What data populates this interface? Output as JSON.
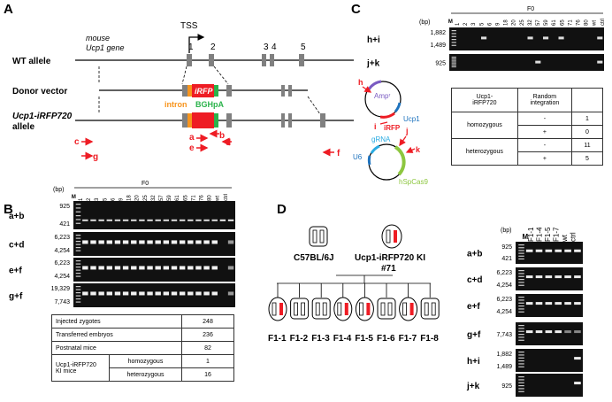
{
  "panels": {
    "a": "A",
    "b": "B",
    "c": "C",
    "d": "D"
  },
  "a": {
    "gene_label": "mouse\nUcp1 gene",
    "tss": "TSS",
    "exons": [
      "1",
      "2",
      "3",
      "4",
      "5"
    ],
    "rows": [
      "WT allele",
      "Donor vector",
      "Ucp1-iRFP720\nallele"
    ],
    "irfp": "iRFP",
    "intron": "intron",
    "bghpa": "BGHpA",
    "primers": [
      "a",
      "b",
      "c",
      "d",
      "e",
      "f",
      "g"
    ]
  },
  "b": {
    "bp": "(bp)",
    "f0": "F0",
    "lane_m": "M",
    "lanes": [
      "1",
      "2",
      "3",
      "5",
      "6",
      "9",
      "18",
      "20",
      "25",
      "32",
      "57",
      "59",
      "61",
      "65",
      "71",
      "76",
      "80",
      "wt",
      "ctrl"
    ],
    "gels": [
      {
        "pcr": "a+b",
        "sizes": [
          "925",
          "421"
        ]
      },
      {
        "pcr": "c+d",
        "sizes": [
          "6,223",
          "4,254"
        ]
      },
      {
        "pcr": "e+f",
        "sizes": [
          "6,223",
          "4,254"
        ]
      },
      {
        "pcr": "g+f",
        "sizes": [
          "19,329",
          "7,743"
        ]
      }
    ],
    "table": [
      [
        "Injected zygotes",
        "",
        "248"
      ],
      [
        "Transferred embryos",
        "",
        "236"
      ],
      [
        "Postnatal mice",
        "",
        "82"
      ],
      [
        "Ucp1-iRFP720\nKI mice",
        "homozygous",
        "1"
      ],
      [
        "",
        "heterozygous",
        "16"
      ]
    ]
  },
  "c": {
    "bp": "(bp)",
    "f0": "F0",
    "lane_m": "M",
    "lanes": [
      "1",
      "2",
      "3",
      "5",
      "6",
      "9",
      "18",
      "20",
      "25",
      "32",
      "57",
      "59",
      "61",
      "65",
      "71",
      "76",
      "80",
      "wt",
      "ctrl"
    ],
    "gels": [
      {
        "pcr": "h+i",
        "sizes": [
          "1,882",
          "1,489"
        ]
      },
      {
        "pcr": "j+k",
        "sizes": [
          "925"
        ]
      }
    ],
    "plasmid1": {
      "amp": "Ampʳ",
      "ucp1": "Ucp1",
      "irfp": "iRFP",
      "h": "h",
      "i": "i"
    },
    "plasmid2": {
      "grna": "gRNA",
      "u6": "U6",
      "cas9": "hSpCas9",
      "j": "j",
      "k": "k"
    },
    "table": {
      "header": [
        "Ucp1-\niRFP720",
        "Random\nintegration",
        ""
      ],
      "rows": [
        [
          "homozygous",
          "-",
          "1"
        ],
        [
          "",
          "+",
          "0"
        ],
        [
          "heterozygous",
          "-",
          "11"
        ],
        [
          "",
          "+",
          "5"
        ]
      ]
    }
  },
  "d": {
    "wt": "C57BL/6J",
    "ki": "Ucp1-iRFP720 KI\n#71",
    "f1": [
      "F1-1",
      "F1-2",
      "F1-3",
      "F1-4",
      "F1-5",
      "F1-6",
      "F1-7",
      "F1-8"
    ],
    "bp": "(bp)",
    "lane_m": "M",
    "lanes": [
      "F1-1",
      "F1-4",
      "F1-5",
      "F1-7",
      "wt",
      "ctrl"
    ],
    "gels": [
      {
        "pcr": "a+b",
        "sizes": [
          "925",
          "421"
        ]
      },
      {
        "pcr": "c+d",
        "sizes": [
          "6,223",
          "4,254"
        ]
      },
      {
        "pcr": "e+f",
        "sizes": [
          "6,223",
          "4,254"
        ]
      },
      {
        "pcr": "g+f",
        "sizes": [
          "7,743"
        ]
      },
      {
        "pcr": "h+i",
        "sizes": [
          "1,882",
          "1,489"
        ]
      },
      {
        "pcr": "j+k",
        "sizes": [
          "925"
        ]
      }
    ]
  },
  "colors": {
    "red": "#ee1c24",
    "gray": "#808080",
    "orange": "#f7941d",
    "green": "#2bb34b",
    "purple": "#7a5bc2",
    "blue": "#1e73be",
    "lightgreen": "#8dc63f"
  }
}
